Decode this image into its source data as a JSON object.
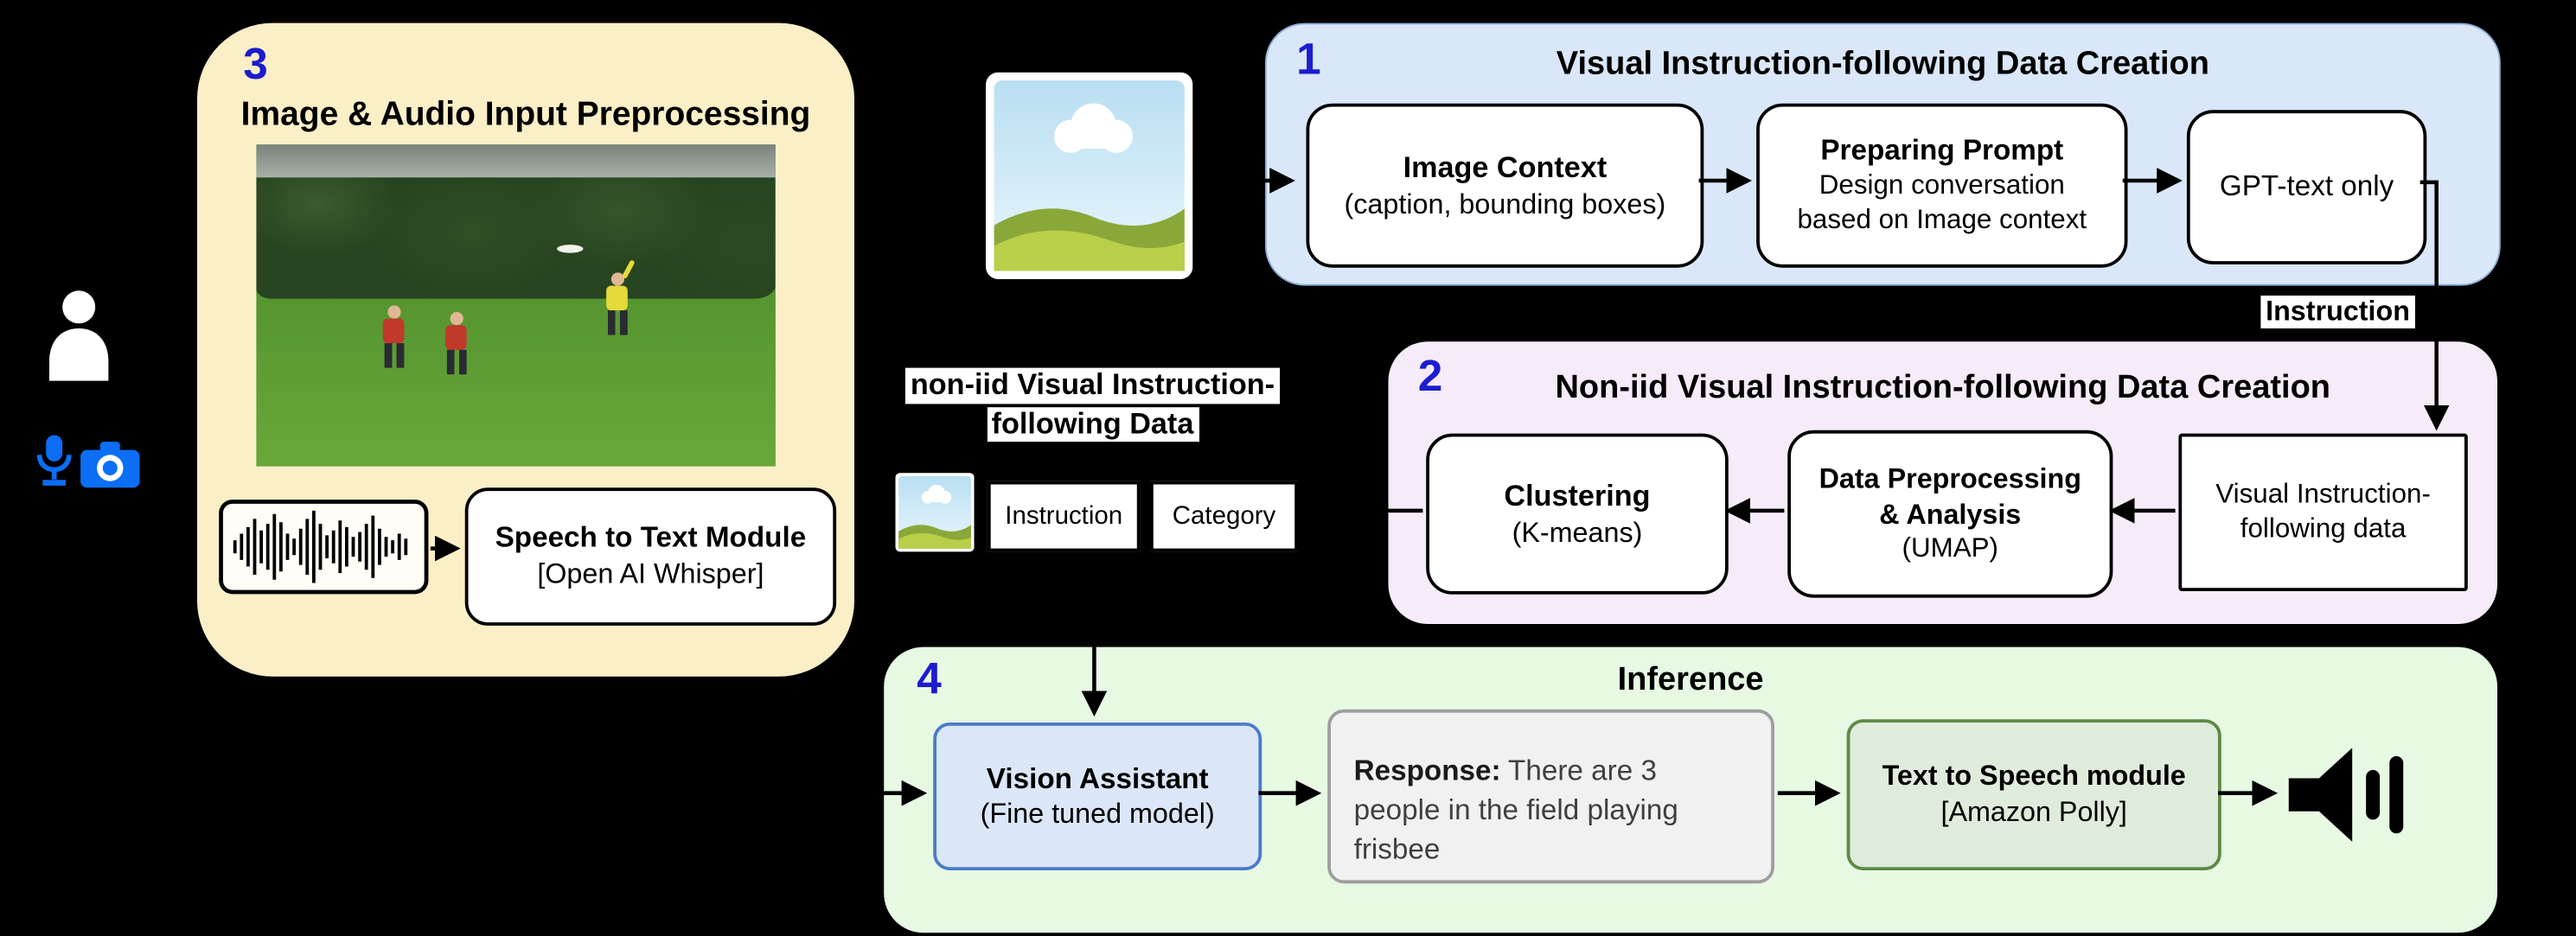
{
  "left_panel": {
    "person_icon": "person-icon",
    "microphone_icon": "microphone-icon",
    "camera_icon": "camera-icon"
  },
  "stage1": {
    "number": "1",
    "title": "Visual Instruction-following Data Creation",
    "image_context_title": "Image Context",
    "image_context_subtitle": "(caption, bounding boxes)",
    "preparing_title": "Preparing Prompt",
    "preparing_line1": "Design conversation",
    "preparing_line2": "based on Image context",
    "gpt_label": "GPT-text only",
    "instruction_arrow_label": "Instruction"
  },
  "stage2": {
    "number": "2",
    "title": "Non-iid Visual Instruction-following Data Creation",
    "clustering_title": "Clustering",
    "clustering_subtitle": "(K-means)",
    "preprocessing_line1": "Data Preprocessing",
    "preprocessing_line2": "& Analysis",
    "preprocessing_line3": "(UMAP)",
    "vif_line1": "Visual Instruction-",
    "vif_line2": "following data"
  },
  "stage3": {
    "number": "3",
    "title": "Image & Audio Input Preprocessing",
    "stt_title": "Speech to Text Module",
    "stt_subtitle": "[Open AI Whisper]"
  },
  "noniid": {
    "heading_line1": "non-iid Visual Instruction-",
    "heading_line2": "following Data",
    "instruction_label": "Instruction",
    "category_label": "Category"
  },
  "stage4": {
    "number": "4",
    "title": "Inference",
    "vision_title": "Vision Assistant",
    "vision_subtitle": "(Fine tuned model)",
    "response_label": "Response:",
    "response_text": "There are 3 people in the field playing frisbee",
    "tts_title": "Text to Speech module",
    "tts_subtitle": "[Amazon Polly]",
    "speaker_icon": "speaker-icon"
  },
  "icons": {
    "waveform": "audio-waveform-icon",
    "landscape": "image-placeholder-icon"
  },
  "colors": {
    "background": "#000000",
    "stage1_fill": "#d9e7f8",
    "stage2_fill": "#f6ebf9",
    "stage3_fill": "#fbefc7",
    "stage4_fill": "#e7f8e3",
    "number_blue": "#1c1ccf",
    "icon_blue": "#0b6ef5",
    "vision_fill": "#dbe7f7",
    "vision_border": "#4a7cc7",
    "response_fill": "#f1f1f1",
    "response_border": "#9e9e9e",
    "tts_fill": "#dfebdb",
    "tts_border": "#5d8a46"
  }
}
